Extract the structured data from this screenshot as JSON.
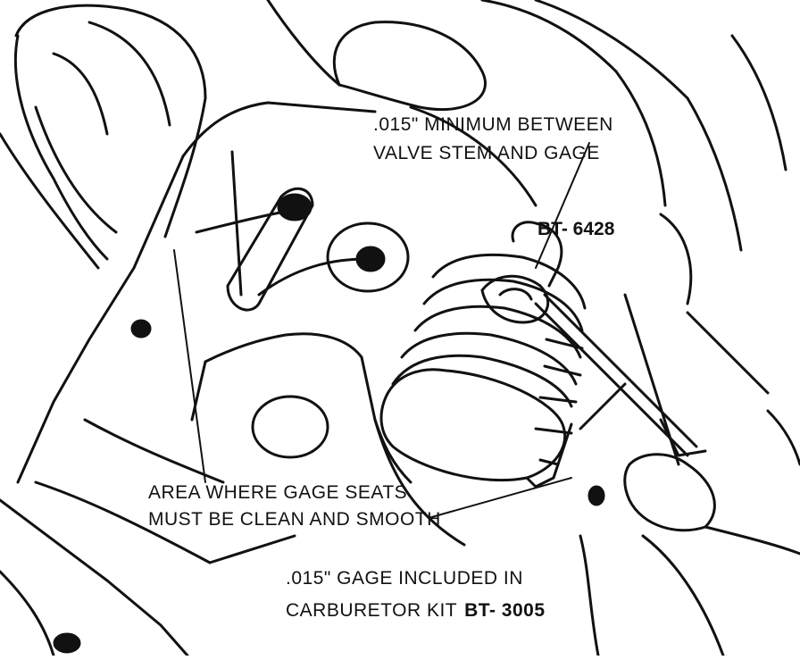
{
  "labels": {
    "min_gap_line1": ".015\" MINIMUM BETWEEN",
    "min_gap_line2": "VALVE STEM AND GAGE",
    "tool_top": "BT- 6428",
    "seat_line1": "AREA WHERE GAGE SEATS",
    "seat_line2": "MUST BE CLEAN AND SMOOTH",
    "gage_line1": ".015\" GAGE INCLUDED IN",
    "gage_line2": "CARBURETOR KIT",
    "gage_tool": "BT- 3005"
  },
  "colors": {
    "ink": "#111111",
    "paper": "#ffffff"
  }
}
